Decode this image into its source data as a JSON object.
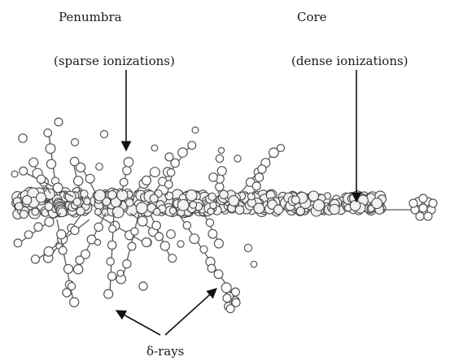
{
  "labels": {
    "penumbra": "Penumbra",
    "penumbra_sub": "(sparse ionizations)",
    "core": "Core",
    "core_sub": "(dense ionizations)",
    "delta_rays": "δ-rays"
  },
  "colors": {
    "ink": "#1a1a1a",
    "bead_stroke": "#555555",
    "background": "#ffffff"
  }
}
